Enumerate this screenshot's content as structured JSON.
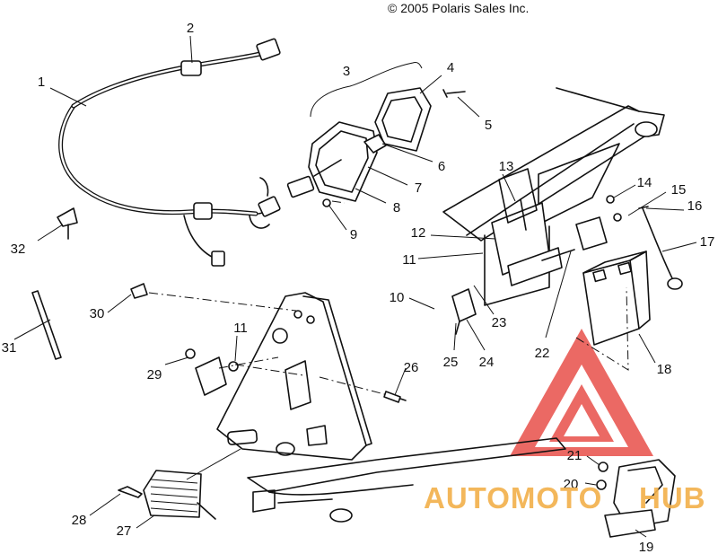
{
  "copyright": "© 2005 Polaris Sales Inc.",
  "watermark": {
    "text_part1": "AUTOMOTO",
    "text_part2": "HUB",
    "color_red": "#e8504a",
    "color_orange": "#f2b04a"
  },
  "callouts": {
    "c1": "1",
    "c2": "2",
    "c3": "3",
    "c4": "4",
    "c5": "5",
    "c6": "6",
    "c7": "7",
    "c8": "8",
    "c9": "9",
    "c10": "10",
    "c11a": "11",
    "c11b": "11",
    "c12": "12",
    "c13": "13",
    "c14": "14",
    "c15": "15",
    "c16": "16",
    "c17": "17",
    "c18": "18",
    "c19": "19",
    "c20": "20",
    "c21": "21",
    "c22": "22",
    "c23": "23",
    "c24": "24",
    "c25": "25",
    "c26": "26",
    "c27": "27",
    "c28": "28",
    "c29": "29",
    "c30": "30",
    "c31": "31",
    "c32": "32"
  }
}
